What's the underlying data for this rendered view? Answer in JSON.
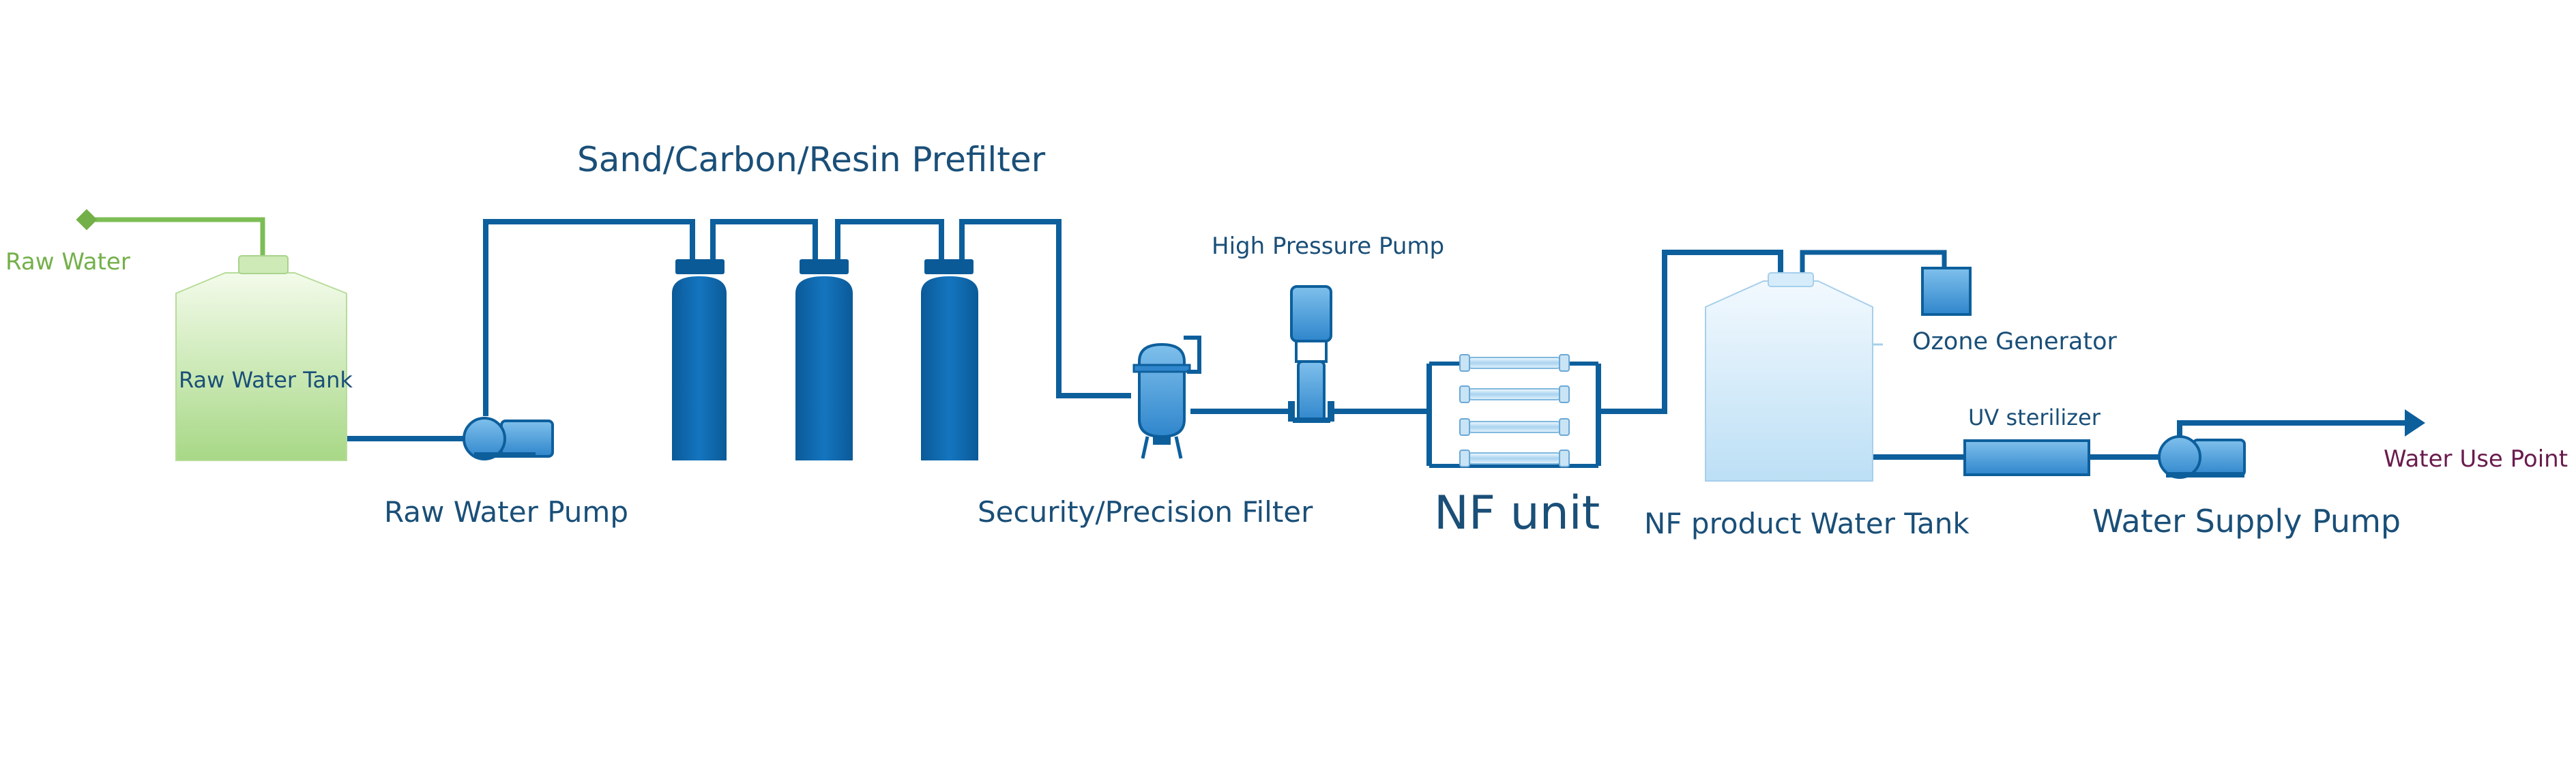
{
  "labels": {
    "raw_water": "Raw Water",
    "raw_water_tank": "Raw Water Tank",
    "raw_water_pump": "Raw Water Pump",
    "prefilter": "Sand/Carbon/Resin Prefilter",
    "security_filter": "Security/Precision Filter",
    "high_pressure_pump": "High Pressure Pump",
    "nf_unit": "NF unit",
    "nf_product_tank": "NF product Water Tank",
    "ozone_generator": "Ozone Generator",
    "uv_sterilizer": "UV sterilizer",
    "water_supply_pump": "Water Supply Pump",
    "water_use_point": "Water Use Point"
  },
  "colors": {
    "pipe": "#0d5f9c",
    "vessel": "#0a64a8",
    "label_text": "#1a4f78",
    "raw_water_label": "#74b04a",
    "raw_water_pipe": "#7dbd55",
    "tank_green_light": "#eaf7dc",
    "tank_green": "#a9d98a",
    "product_tank_light": "#eef7fd",
    "product_tank": "#bfe0f5",
    "water_use_point_label": "#6a1b4d",
    "component_fill": "#4a9ad6"
  }
}
